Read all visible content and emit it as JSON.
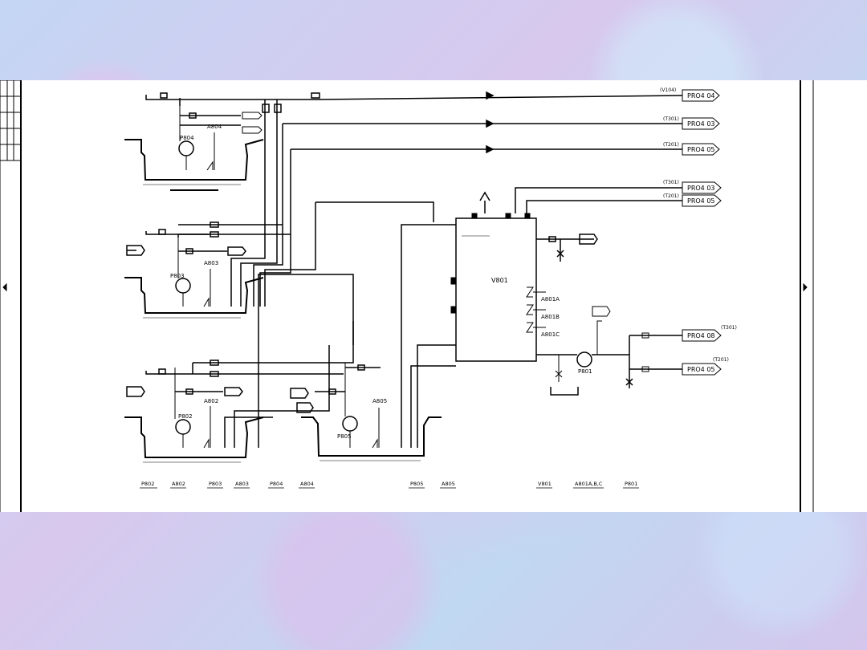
{
  "tags": {
    "top1": "PRO4 04",
    "top2": "PRO4 03",
    "top3": "PRO4 05",
    "mid1": "PRO4 03",
    "mid2": "PRO4 05",
    "right1": "PRO4 08",
    "right2": "PRO4 05"
  },
  "equipment": {
    "tank": "V801",
    "pump_p804": "P804",
    "pump_p803": "P803",
    "pump_p802": "P802",
    "pump_p805": "P805",
    "pump_p801": "P801",
    "agit_a804": "A804",
    "agit_a803": "A803",
    "agit_a802": "A802",
    "agit_a805": "A805",
    "agit_a801a": "A801A",
    "agit_a801b": "A801B",
    "agit_a801c": "A801C"
  },
  "dest_notes": {
    "r1": "(V104)",
    "r2": "(T301)",
    "r3": "(T201)",
    "r4": "(T301)",
    "r5": "(T201)",
    "r6": "(T301)",
    "r7": "(T201)"
  },
  "legend": [
    {
      "code": "P802"
    },
    {
      "code": "A802"
    },
    {
      "code": "P803"
    },
    {
      "code": "A803"
    },
    {
      "code": "P804"
    },
    {
      "code": "A804"
    },
    {
      "code": "P805"
    },
    {
      "code": "A805"
    },
    {
      "code": "V801"
    },
    {
      "code": "A801A,B,C"
    },
    {
      "code": "P801"
    }
  ],
  "colors": {
    "line": "#000000",
    "sheet": "#ffffff"
  }
}
